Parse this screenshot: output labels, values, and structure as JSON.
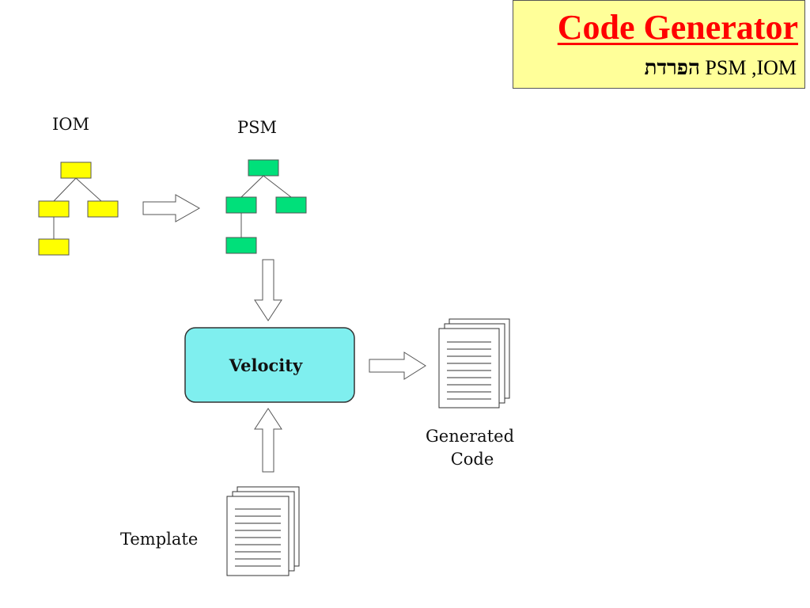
{
  "header": {
    "title": "Code Generator",
    "subtitle_hebrew": "הפרדת",
    "subtitle_rest": "PSM ,IOM"
  },
  "diagram": {
    "iom_label": "IOM",
    "psm_label": "PSM",
    "velocity_label": "Velocity",
    "generated_label_line1": "Generated",
    "generated_label_line2": "Code",
    "template_label": "Template"
  },
  "colors": {
    "title_red": "#ff0000",
    "title_box_bg": "#ffff99",
    "iom_node": "#ffff00",
    "psm_node": "#00e07a",
    "velocity_fill": "#7fefef"
  },
  "icons": [
    "tree-diagram-icon",
    "document-stack-icon",
    "hollow-arrow-icon"
  ]
}
